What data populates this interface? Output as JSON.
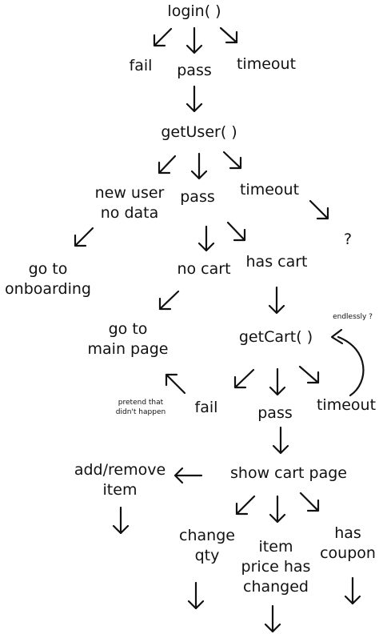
{
  "nodes": {
    "login": "login( )",
    "login_fail": "fail",
    "login_pass": "pass",
    "login_timeout": "timeout",
    "getuser": "getUser( )",
    "newuser": "new user\nno data",
    "getuser_pass": "pass",
    "getuser_timeout": "timeout",
    "unknown": "?",
    "onboarding": "go to\nonboarding",
    "nocart": "no cart",
    "hascart": "has cart",
    "mainpage": "go to\nmain page",
    "getcart": "getCart( )",
    "endlessly": "endlessly ?",
    "getcart_fail": "fail",
    "pretend": "pretend that\ndidn't happen",
    "getcart_pass": "pass",
    "getcart_timeout": "timeout",
    "showcart": "show cart page",
    "addremove": "add/remove\nitem",
    "changeqty": "change\nqty",
    "pricechanged": "item\nprice has\nchanged",
    "coupon": "has\ncoupon"
  }
}
